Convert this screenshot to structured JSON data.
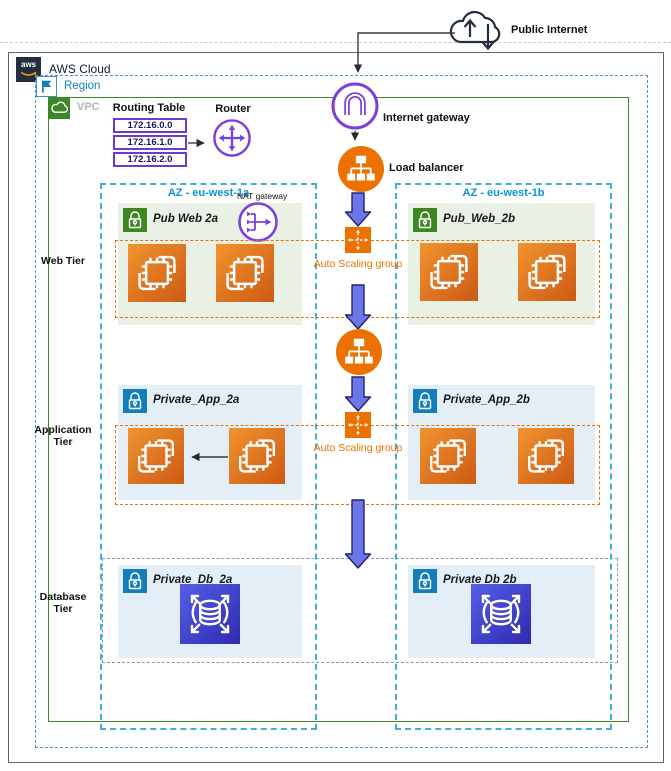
{
  "public_internet": {
    "label": "Public Internet"
  },
  "aws_cloud": {
    "label": "AWS Cloud"
  },
  "aws_logo": {
    "text": "aws"
  },
  "region": {
    "label": "Region"
  },
  "vpc": {
    "label": "VPC"
  },
  "routing_table": {
    "title": "Routing Table",
    "routes": [
      "172.16.0.0",
      "172.16.1.0",
      "172.16.2.0"
    ]
  },
  "router": {
    "label": "Router"
  },
  "internet_gateway": {
    "label": "Internet gateway"
  },
  "load_balancer": {
    "label": "Load balancer"
  },
  "nat_gateway": {
    "label": "NAT gateway"
  },
  "availability_zones": [
    {
      "label": "AZ - eu-west-1a"
    },
    {
      "label": "AZ - eu-west-1b"
    }
  ],
  "tiers": {
    "web": "Web Tier",
    "application": "Application Tier",
    "database": "Database Tier"
  },
  "subnets": {
    "pub_web_2a": "Pub Web 2a",
    "pub_web_2b": "Pub_Web_2b",
    "private_app_2a": "Private_App_2a",
    "private_app_2b": "Private_App_2b",
    "private_db_2a": "Private_Db_2a",
    "private_db_2b": "Private Db 2b"
  },
  "auto_scaling": {
    "web": "Auto Scaling group",
    "app": "Auto Scaling group"
  },
  "icons": {
    "public-internet-cloud-icon": "cloud with up/down arrows",
    "aws-logo-icon": "aws smile logo",
    "region-flag-icon": "flag",
    "vpc-cloud-icon": "cloud",
    "router-icon": "crossed double arrows in circle",
    "internet-gateway-icon": "purple n-arch in circle",
    "nat-gateway-icon": "merging arrows in circle",
    "load-balancer-icon": "orange circle network tree",
    "auto-scaling-icon": "orange dashed crosshair badge",
    "ec2-instance-icon": "orange chip",
    "rds-database-icon": "blue database with scale arrows",
    "subnet-lock-icon": "padlock"
  },
  "colors": {
    "aws_dark": "#232f3e",
    "region_blue": "#147eba",
    "vpc_green": "#3f8624",
    "az_blue": "#3eafdd",
    "orange": "#ed7100",
    "purple": "#7b40d8",
    "arrow_blue": "#6b76e8",
    "public_subnet_bg": "#e9f1e4",
    "private_subnet_bg": "#e3eef7"
  }
}
